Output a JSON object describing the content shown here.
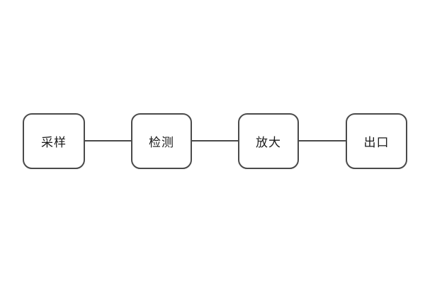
{
  "diagram": {
    "type": "flowchart",
    "direction": "horizontal",
    "nodes": [
      {
        "id": "node-1",
        "label": "采样"
      },
      {
        "id": "node-2",
        "label": "检测"
      },
      {
        "id": "node-3",
        "label": "放大"
      },
      {
        "id": "node-4",
        "label": "出口"
      }
    ],
    "connections": [
      {
        "from": "采样",
        "to": "检测",
        "style": "plain-line"
      },
      {
        "from": "检测",
        "to": "放大",
        "style": "plain-line"
      },
      {
        "from": "放大",
        "to": "出口",
        "style": "plain-line"
      }
    ],
    "colors": {
      "background": "#ffffff",
      "node_border": "#4a4a4a",
      "connector_line": "#4a4a4a",
      "label_text": "#1a1a1a"
    }
  }
}
